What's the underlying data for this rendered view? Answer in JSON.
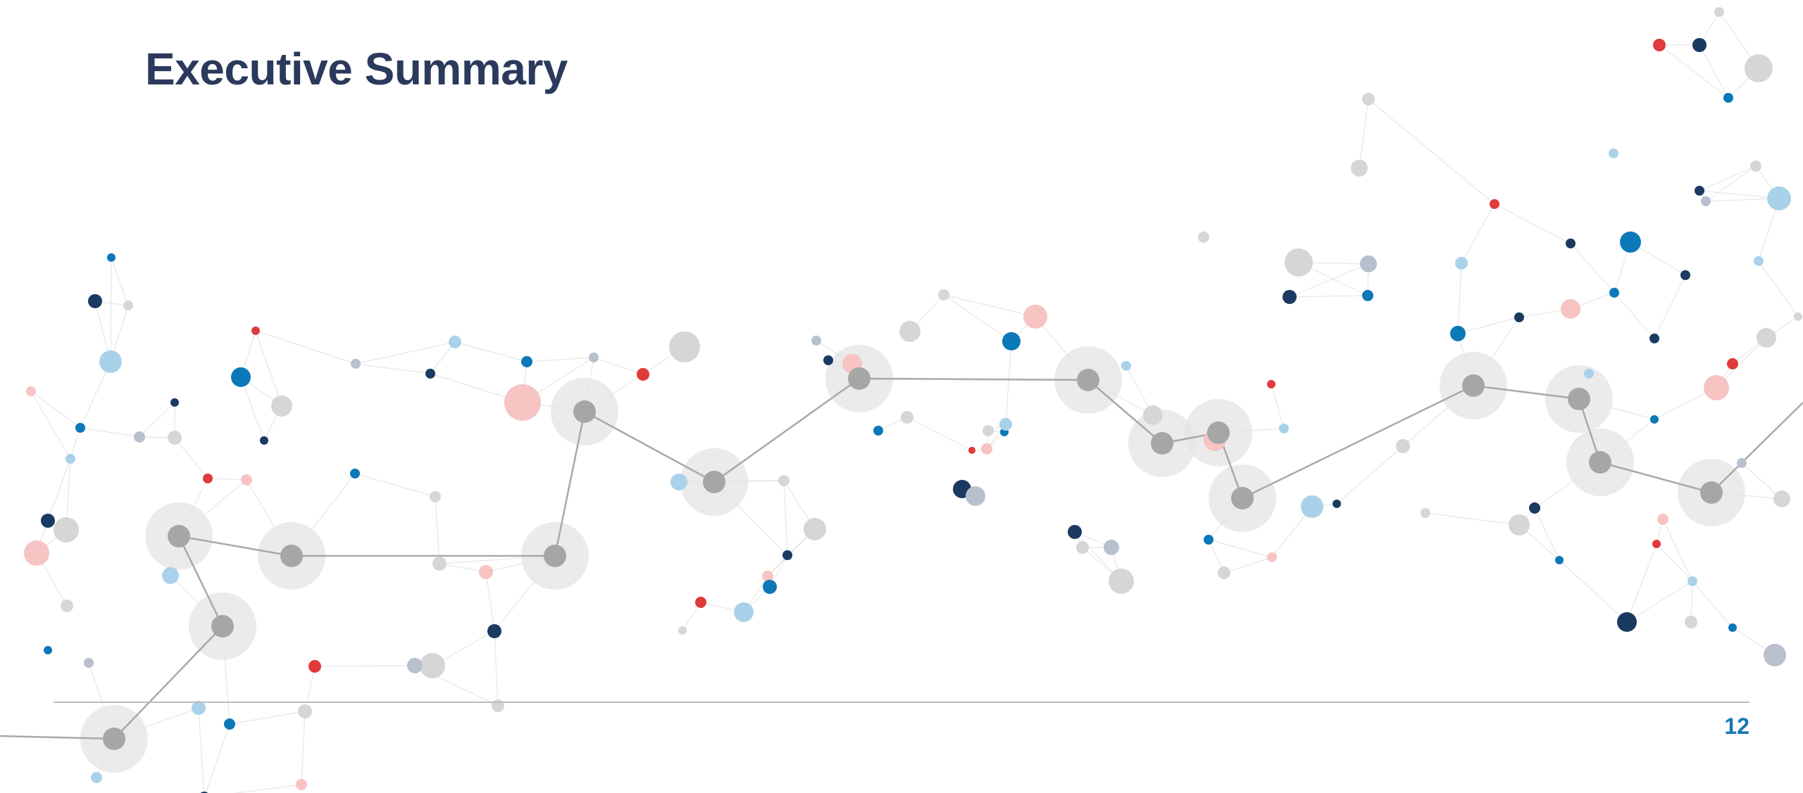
{
  "slide": {
    "title": "Executive Summary",
    "page_number": "12"
  },
  "decoration": {
    "type": "network-graphic",
    "colors": {
      "hub": "#a6a6a6",
      "hub_halo": "#e4e4e4",
      "navy": "#1b3a62",
      "blue": "#0b78b8",
      "red": "#e03a3a",
      "light_blue": "#a9d2ea",
      "light_pink": "#f7c3c3",
      "light_gray": "#d6d6d6",
      "slate": "#b7c0cc",
      "line": "#a9a9a9",
      "faint_line": "#d4d4d4"
    }
  }
}
